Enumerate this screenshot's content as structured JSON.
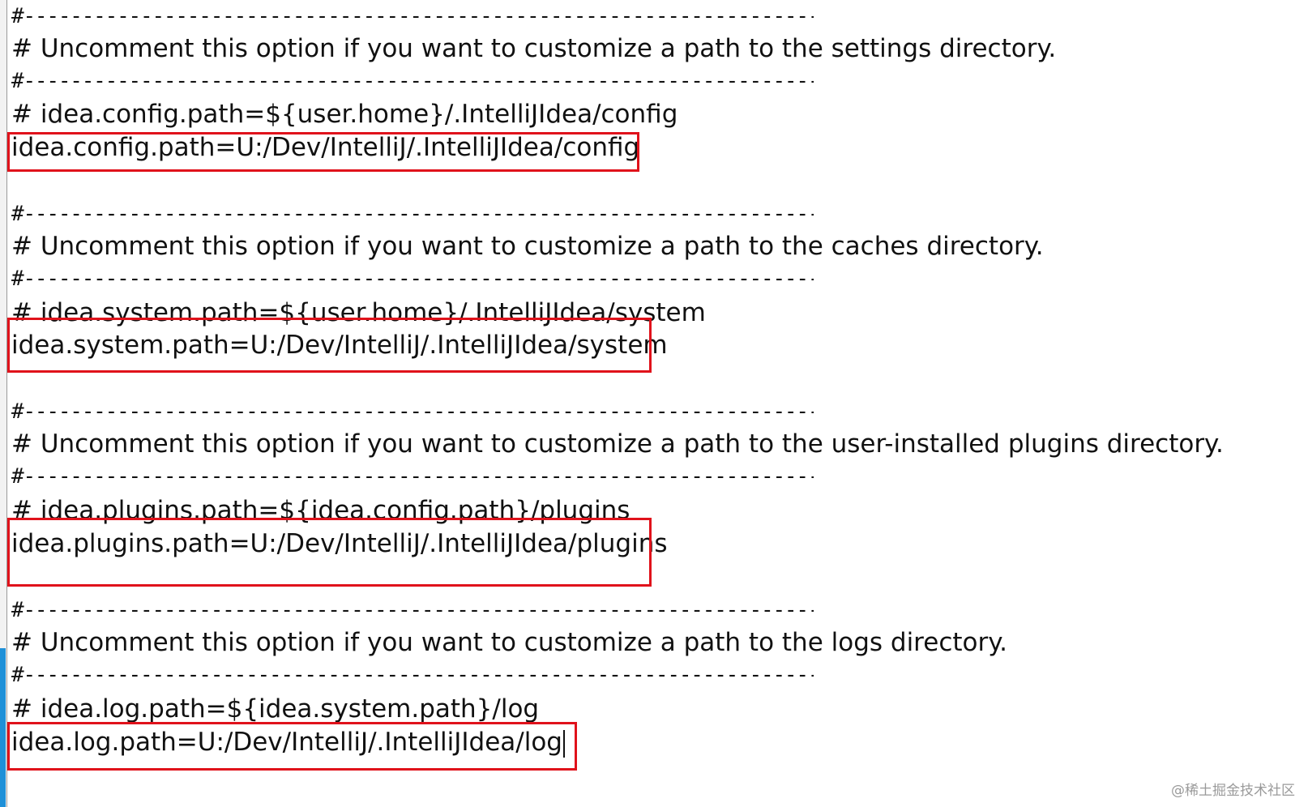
{
  "editor": {
    "sections": [
      {
        "rule_top": "#------------------------------------------------------------------------",
        "comment": "# Uncomment this option if you want to customize a path to the settings directory.",
        "rule_bottom": "#------------------------------------------------------------------------",
        "default_line": "# idea.config.path=${user.home}/.IntelliJIdea/config",
        "custom_line": "idea.config.path=U:/Dev/IntelliJ/.IntelliJIdea/config"
      },
      {
        "rule_top": "#------------------------------------------------------------------------",
        "comment": "# Uncomment this option if you want to customize a path to the caches directory.",
        "rule_bottom": "#------------------------------------------------------------------------",
        "default_line": "# idea.system.path=${user.home}/.IntelliJIdea/system",
        "custom_line": "idea.system.path=U:/Dev/IntelliJ/.IntelliJIdea/system"
      },
      {
        "rule_top": "#------------------------------------------------------------------------",
        "comment": "# Uncomment this option if you want to customize a path to the user-installed plugins directory.",
        "rule_bottom": "#------------------------------------------------------------------------",
        "default_line": "# idea.plugins.path=${idea.config.path}/plugins",
        "custom_line": "idea.plugins.path=U:/Dev/IntelliJ/.IntelliJIdea/plugins"
      },
      {
        "rule_top": "#------------------------------------------------------------------------",
        "comment": "# Uncomment this option if you want to customize a path to the logs directory.",
        "rule_bottom": "#------------------------------------------------------------------------",
        "default_line": "# idea.log.path=${idea.system.path}/log",
        "custom_line": "idea.log.path=U:/Dev/IntelliJ/.IntelliJIdea/log"
      }
    ]
  },
  "highlight_color": "#e0121b",
  "watermark": "@稀土掘金技术社区"
}
